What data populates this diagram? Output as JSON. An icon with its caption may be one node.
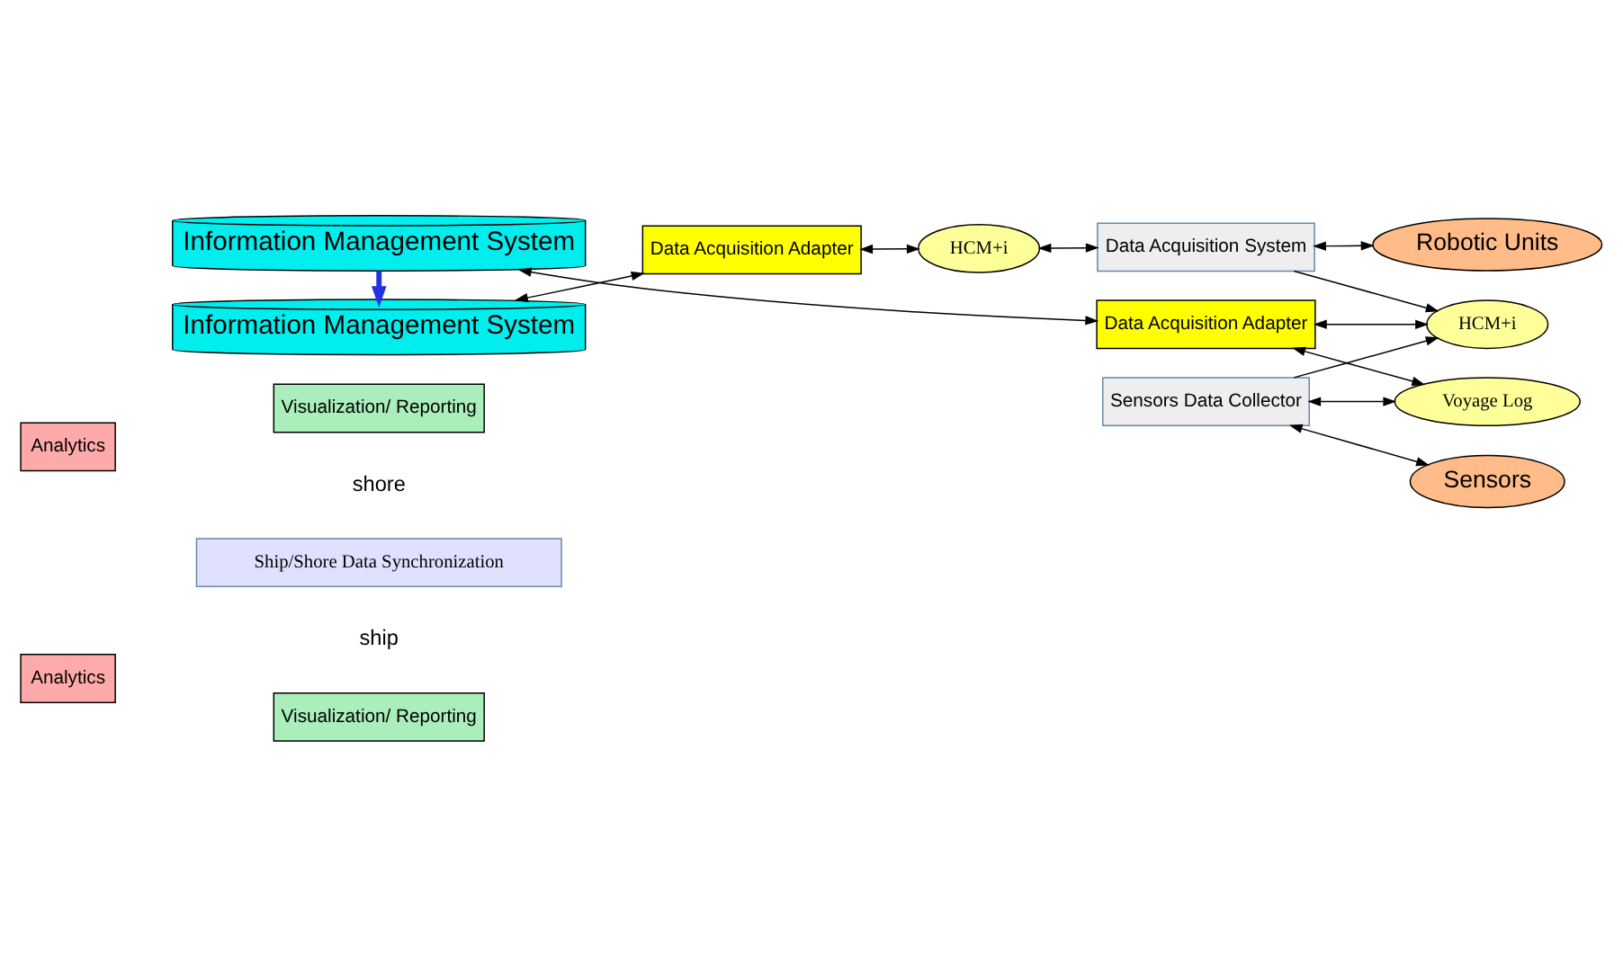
{
  "diagram": {
    "nodes": [
      {
        "text": [
          "Visualization/ Reporting"
        ]
      },
      {
        "text": [
          "Information Management System"
        ]
      },
      {
        "text": [
          "Analytics"
        ]
      },
      {
        "text": [
          "Data Acquisition Adapter"
        ]
      },
      {
        "text": [
          "HCM+i"
        ]
      },
      {
        "text": [
          "Data Acquisition System"
        ]
      },
      {
        "text": [
          "Robotic Units"
        ]
      },
      {
        "text": [
          "Ship/Shore Data Synchronization"
        ]
      },
      {
        "text": [
          "Information Management System"
        ]
      },
      {
        "text": [
          "Analytics"
        ]
      },
      {
        "text": [
          "Data Acquisition Adapter"
        ]
      },
      {
        "text": [
          "HCM+i"
        ]
      },
      {
        "text": [
          "Voyage Log"
        ]
      },
      {
        "text": [
          "Sensors Data Collector"
        ]
      },
      {
        "text": [
          "Sensors"
        ]
      },
      {
        "text": [
          "Visualization/ Reporting"
        ]
      }
    ],
    "edges": [
      {
        "from": 1,
        "to": 3,
        "arrow": "both"
      },
      {
        "from": 3,
        "to": 4,
        "arrow": "both"
      },
      {
        "from": 4,
        "to": 5,
        "arrow": "both"
      },
      {
        "from": 5,
        "to": 11,
        "arrow": "to"
      },
      {
        "from": 5,
        "to": 6,
        "arrow": "both"
      },
      {
        "from": 8,
        "to": 1,
        "arrow": "to",
        "style": "thick",
        "color": "#2233dd"
      },
      {
        "from": 8,
        "to": 10,
        "arrow": "both"
      },
      {
        "from": 10,
        "to": 11,
        "arrow": "both"
      },
      {
        "from": 10,
        "to": 12,
        "arrow": "both"
      },
      {
        "from": 13,
        "to": 11,
        "arrow": "to"
      },
      {
        "from": 13,
        "to": 12,
        "arrow": "both"
      },
      {
        "from": 13,
        "to": 14,
        "arrow": "both"
      }
    ],
    "labels": [
      "shore",
      "ship"
    ]
  }
}
